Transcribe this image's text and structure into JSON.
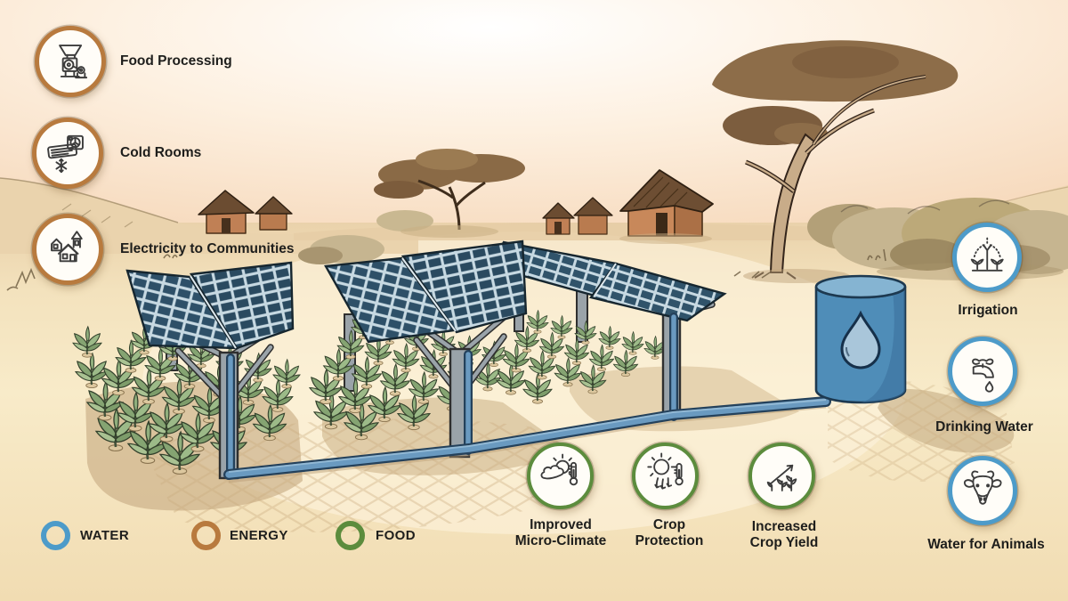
{
  "palette": {
    "water": "#4d9bc9",
    "energy": "#b87a3e",
    "food": "#5c8c3d",
    "ink": "#1e1e1c"
  },
  "energy_uses": {
    "items": [
      {
        "label": "Food Processing",
        "icon": "food-processing-icon"
      },
      {
        "label": "Cold Rooms",
        "icon": "cold-rooms-icon"
      },
      {
        "label": "Electricity to Communities",
        "icon": "electricity-to-communities-icon"
      }
    ]
  },
  "water_uses": {
    "items": [
      {
        "label": "Irrigation",
        "icon": "irrigation-icon"
      },
      {
        "label": "Drinking Water",
        "icon": "drinking-water-icon"
      },
      {
        "label": "Water for Animals",
        "icon": "water-for-animals-icon"
      }
    ]
  },
  "food_benefits": {
    "items": [
      {
        "line1": "Improved",
        "line2": "Micro-Climate",
        "icon": "improved-micro-climate-icon"
      },
      {
        "line1": "Crop",
        "line2": "Protection",
        "icon": "crop-protection-icon"
      },
      {
        "line1": "Increased",
        "line2": "Crop Yield",
        "icon": "increased-crop-yield-icon"
      }
    ]
  },
  "legend": {
    "items": [
      {
        "label": "WATER",
        "color": "#4d9bc9"
      },
      {
        "label": "ENERGY",
        "color": "#b87a3e"
      },
      {
        "label": "FOOD",
        "color": "#5c8c3d"
      }
    ]
  }
}
